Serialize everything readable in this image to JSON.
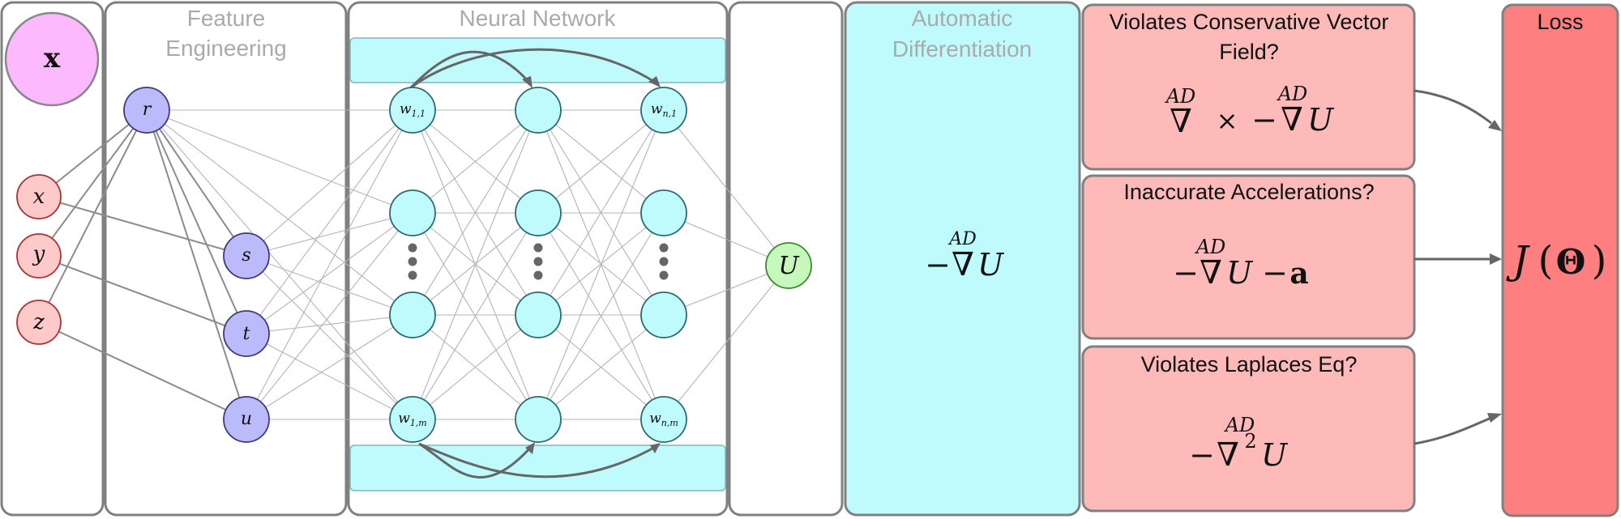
{
  "groups": {
    "feature_engineering": [
      "Feature",
      "Engineering"
    ],
    "neural_network": "Neural Network",
    "automatic_differentiation": [
      "Automatic",
      "Differentiation"
    ],
    "loss": "Loss"
  },
  "input_node": "x",
  "coordinates": [
    "x",
    "y",
    "z"
  ],
  "features": [
    "r",
    "s",
    "t",
    "u"
  ],
  "network": {
    "top_left_weight": {
      "symbol": "w",
      "sub": "1,1"
    },
    "top_right_weight": {
      "symbol": "w",
      "sub": "n,1"
    },
    "bottom_left_weight": {
      "symbol": "w",
      "sub": "1,m"
    },
    "bottom_right_weight": {
      "symbol": "w",
      "sub": "n,m"
    }
  },
  "output_node": "U",
  "autodiff_expression": {
    "operator": "AD",
    "minus": "−",
    "nabla": "∇",
    "var": "U"
  },
  "loss_terms": [
    {
      "title_lines": [
        "Violates Conservative Vector",
        "Field?"
      ],
      "expression": {
        "ad_left": "AD",
        "nabla_left": "∇",
        "cross": "×",
        "ad_right": "AD",
        "minus": "−",
        "nabla_right": "∇",
        "var": "U"
      }
    },
    {
      "title_lines": [
        "Inaccurate Accelerations?"
      ],
      "expression": {
        "ad": "AD",
        "minus": "−",
        "nabla": "∇",
        "var": "U",
        "minus2": "−",
        "accel": "a"
      }
    },
    {
      "title_lines": [
        "Violates Laplaces Eq?"
      ],
      "expression": {
        "ad": "AD",
        "minus": "−",
        "nabla": "∇",
        "power": "2",
        "var": "U"
      }
    }
  ],
  "loss_function": {
    "symbol": "J",
    "open": "(",
    "param": "Θ",
    "close": ")"
  },
  "colors": {
    "input": "#fdb9fd",
    "coordinate": "#fdc9c9",
    "feature": "#bbbbfb",
    "network": "#bffbfd",
    "output": "#c6f7bd",
    "loss_term": "#feb9b9",
    "loss": "#fd7f7f"
  }
}
